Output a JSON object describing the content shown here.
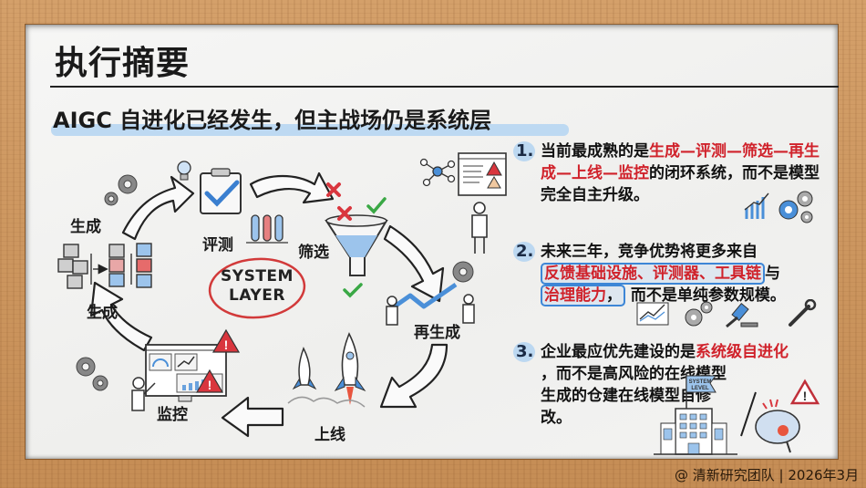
{
  "slide": {
    "title": "执行摘要",
    "subtitle": "AIGC 自进化已经发生，但主战场仍是系统层"
  },
  "diagram": {
    "center_label_line1": "SYSTEM",
    "center_label_line2": "LAYER",
    "stages": [
      {
        "id": "generate-top",
        "label": "生成"
      },
      {
        "id": "evaluate",
        "label": "评测"
      },
      {
        "id": "filter",
        "label": "筛选"
      },
      {
        "id": "regenerate",
        "label": "再生成"
      },
      {
        "id": "deploy",
        "label": "上线"
      },
      {
        "id": "monitor",
        "label": "监控"
      },
      {
        "id": "generate-bottom",
        "label": "生成"
      }
    ],
    "colors": {
      "accent_blue": "#4a8fd8",
      "alert_red": "#d9363e",
      "check_green": "#3aa845",
      "ink": "#222222"
    }
  },
  "points": [
    {
      "number": "1.",
      "text_before": "当前最成熟的是",
      "highlight": "生成—评测—筛选—再生成—上线—监控",
      "text_after": "的闭环系统，而不是模型完全自主升级。"
    },
    {
      "number": "2.",
      "text_before": "未来三年，竞争优势将更多来自",
      "highlight_a": "反馈基础设施、评测器、工具链",
      "connector": "与",
      "highlight_b": "治理能力",
      "comma": "，",
      "text_after": "而不是单纯参数规模。"
    },
    {
      "number": "3.",
      "text_before": "企业最应优先建设的是",
      "highlight": "系统级自进化",
      "text_after": "，而不是高风险的在线模型生成的仓建在线模型自修改。",
      "flag_text_line1": "SYSTEM",
      "flag_text_line2": "LEVEL"
    }
  ],
  "footer": {
    "text": "@ 清新研究团队 | 2026年3月"
  }
}
